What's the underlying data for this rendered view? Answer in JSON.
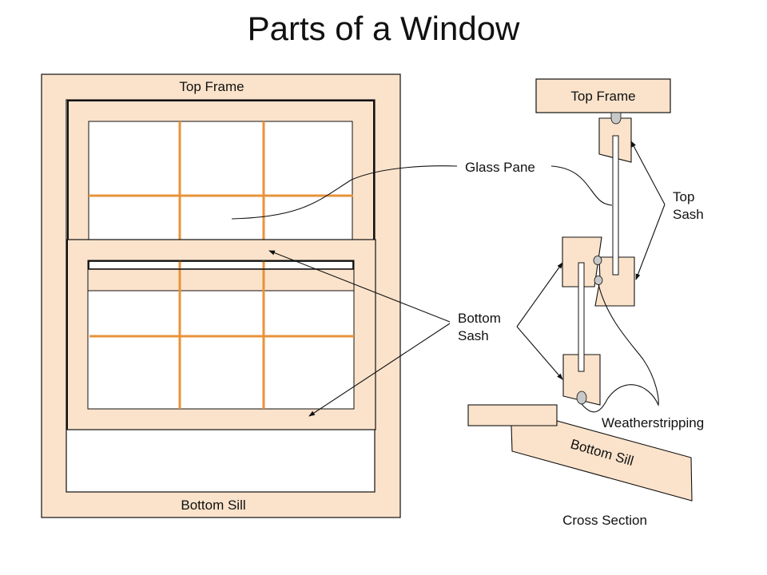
{
  "title": "Parts of a Window",
  "colors": {
    "wood": "#fbe3cb",
    "muntin": "#e8933a",
    "seal": "#c8c8c8",
    "stroke": "#111111",
    "glass": "#ffffff"
  },
  "front_view": {
    "top_frame_label": "Top Frame",
    "bottom_sill_label": "Bottom Sill"
  },
  "callouts": {
    "glass_pane": "Glass Pane",
    "bottom_sash_line1": "Bottom",
    "bottom_sash_line2": "Sash",
    "top_sash_line1": "Top",
    "top_sash_line2": "Sash",
    "weatherstripping": "Weatherstripping"
  },
  "cross_section": {
    "top_frame_label": "Top Frame",
    "bottom_sill_label": "Bottom Sill",
    "caption": "Cross Section"
  }
}
